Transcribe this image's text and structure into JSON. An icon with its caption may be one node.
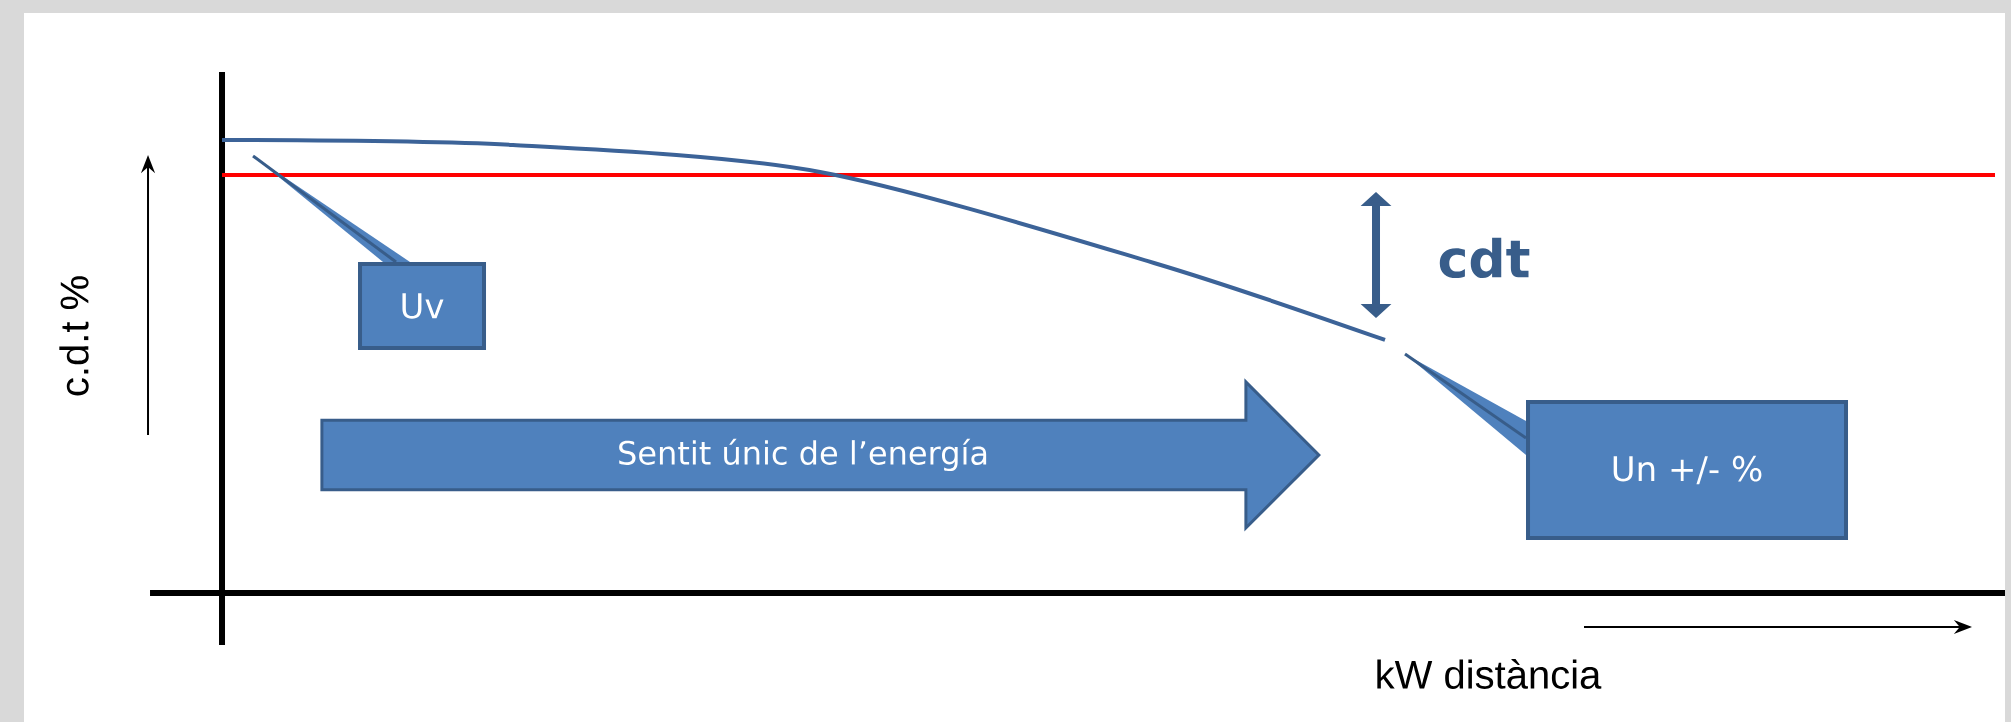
{
  "diagram": {
    "nodes": [
      {
        "text": [
          "Uv"
        ]
      },
      {
        "text": [
          "Sentit únic de l’energía"
        ]
      },
      {
        "text": [
          "Un +/- %"
        ]
      }
    ],
    "edges": [
      {
        "from": 0,
        "to": null,
        "arrow": "none"
      },
      {
        "from": 2,
        "to": null,
        "arrow": "none"
      }
    ],
    "labels": [
      "c.d.t %",
      "cdt",
      "kW distància"
    ]
  }
}
